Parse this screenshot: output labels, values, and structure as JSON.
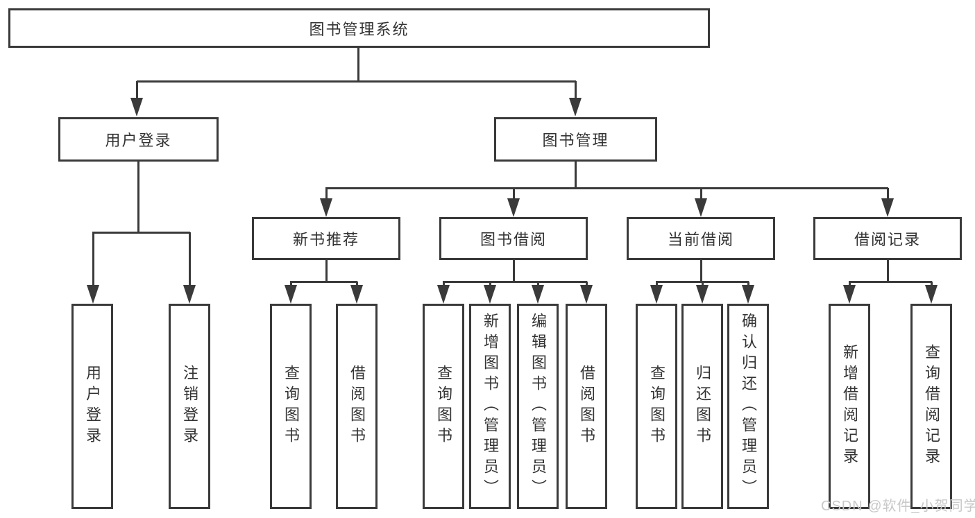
{
  "diagram": {
    "tree": {
      "label": "图书管理系统",
      "children": [
        {
          "label": "用户登录",
          "children": [
            {
              "label": "用户登录"
            },
            {
              "label": "注销登录"
            }
          ]
        },
        {
          "label": "图书管理",
          "children": [
            {
              "label": "新书推荐",
              "children": [
                {
                  "label": "查询图书"
                },
                {
                  "label": "借阅图书"
                }
              ]
            },
            {
              "label": "图书借阅",
              "children": [
                {
                  "label": "查询图书"
                },
                {
                  "label": "新增图书（管理员）"
                },
                {
                  "label": "编辑图书（管理员）"
                },
                {
                  "label": "借阅图书"
                }
              ]
            },
            {
              "label": "当前借阅",
              "children": [
                {
                  "label": "查询图书"
                },
                {
                  "label": "归还图书"
                },
                {
                  "label": "确认归还（管理员）"
                }
              ]
            },
            {
              "label": "借阅记录",
              "children": [
                {
                  "label": "新增借阅记录"
                },
                {
                  "label": "查询借阅记录"
                }
              ]
            }
          ]
        }
      ]
    },
    "watermark": "CSDN @软件_小贺同学",
    "colors": {
      "line": "#3a3a3a",
      "text": "#333333",
      "watermark": "#c8c8c8",
      "background": "#ffffff"
    }
  }
}
